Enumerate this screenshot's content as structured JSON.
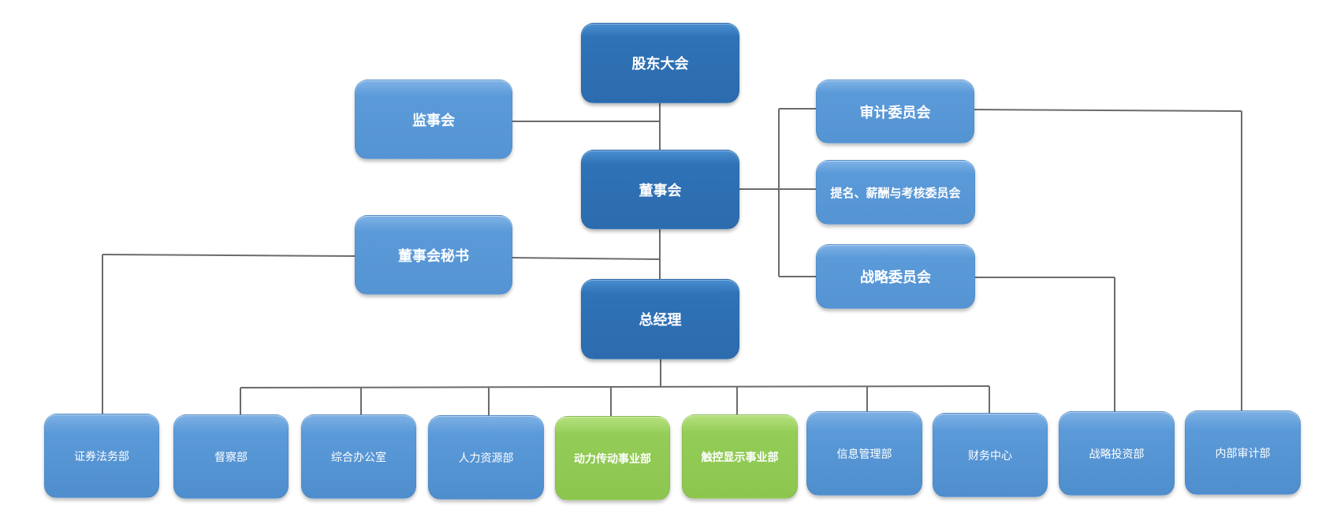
{
  "nodes": {
    "shareholders": "股东大会",
    "supervisory_board": "监事会",
    "board": "董事会",
    "board_secretary": "董事会秘书",
    "general_manager": "总经理",
    "audit_committee": "审计委员会",
    "nomination_committee": "提名、薪酬与考核委员会",
    "strategy_committee": "战略委员会"
  },
  "departments": [
    "证券法务部",
    "督察部",
    "综合办公室",
    "人力资源部",
    "动力传动事业部",
    "触控显示事业部",
    "信息管理部",
    "财务中心",
    "战略投资部",
    "内部审计部"
  ],
  "colors": {
    "dark_blue": "#2f72b6",
    "mid_blue": "#5b9ad9",
    "green": "#8cc64f",
    "connector": "#6b6b6b"
  }
}
